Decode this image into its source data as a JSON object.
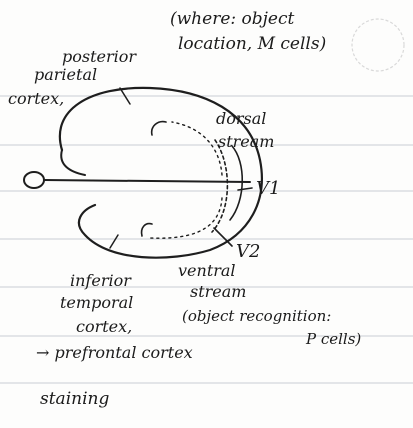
{
  "labels": {
    "where_line1": "(where: object",
    "where_line2": "location, M cells)",
    "posterior": "posterior",
    "parietal": "parietal",
    "cortex_top": "cortex,",
    "dorsal": "dorsal",
    "dorsal_stream": "stream",
    "v1": "V1",
    "v2": "V2",
    "inferior": "inferior",
    "temporal": "temporal",
    "cortex_bottom": "cortex,",
    "ventral": "ventral",
    "ventral_stream": "stream",
    "object_recognition": "(object recognition:",
    "p_cells": "P cells)",
    "prefrontal": "→ prefrontal cortex",
    "staining": "staining"
  },
  "colors": {
    "ink": "#1e1e1e",
    "rule": "#c9cdd3",
    "paper": "#fdfdfc"
  }
}
